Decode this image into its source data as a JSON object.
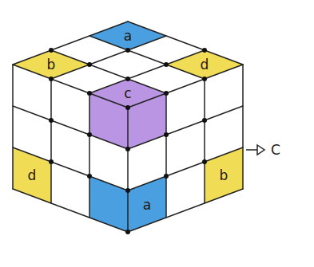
{
  "diagram": {
    "labels": [
      "a",
      "b",
      "d",
      "c",
      "C",
      "d",
      "b",
      "a"
    ]
  }
}
